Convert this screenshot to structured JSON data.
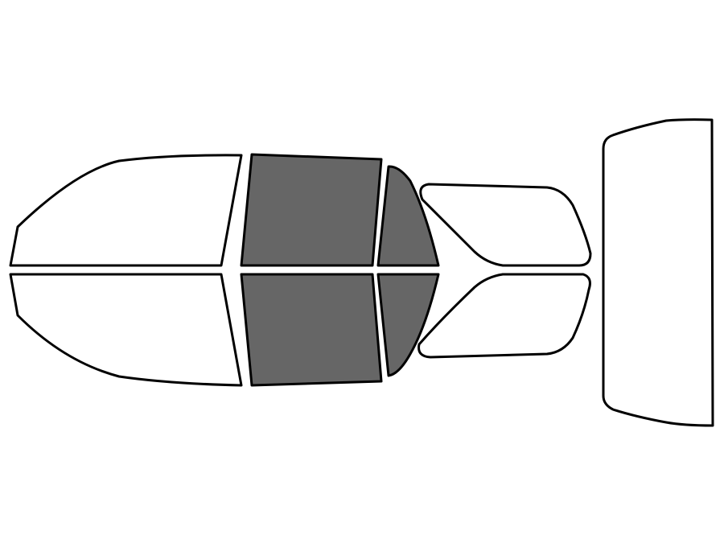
{
  "colors": {
    "background": "#ffffff",
    "outline": "#000000",
    "untinted": "#ffffff",
    "tinted": "#666666"
  },
  "panes": [
    {
      "name": "windshield-pane",
      "tinted": false
    },
    {
      "name": "front-left-window-pane",
      "tinted": false
    },
    {
      "name": "front-right-window-pane",
      "tinted": false
    },
    {
      "name": "rear-left-door-window-pane",
      "tinted": true
    },
    {
      "name": "rear-right-door-window-pane",
      "tinted": true
    },
    {
      "name": "rear-left-quarter-window-pane",
      "tinted": true
    },
    {
      "name": "rear-right-quarter-window-pane",
      "tinted": true
    },
    {
      "name": "left-cargo-window-pane",
      "tinted": false
    },
    {
      "name": "right-cargo-window-pane",
      "tinted": false
    },
    {
      "name": "rear-window-pane",
      "tinted": false
    }
  ]
}
